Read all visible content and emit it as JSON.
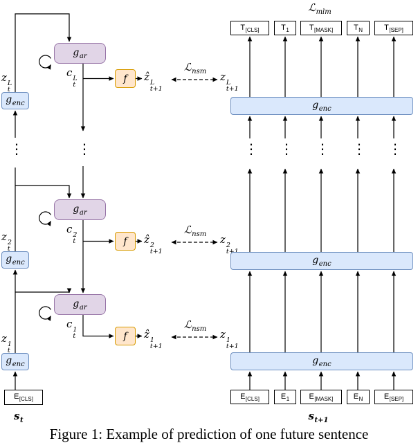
{
  "figure": {
    "caption": "Figure 1: Example of prediction of one future sentence"
  },
  "colors": {
    "encoder_fill": "#dae8fc",
    "encoder_border": "#6c8ebf",
    "autoregressive_fill": "#e1d5e7",
    "autoregressive_border": "#9673a6",
    "predictor_fill": "#ffe6cc",
    "predictor_border": "#d79b00",
    "token_fill": "#ffffff",
    "token_border": "#000000",
    "arrow_color": "#000000"
  },
  "symbols": {
    "z": "z",
    "z_hat": "ẑ",
    "c": "c",
    "sub_t": "t",
    "sub_t_plus_1": "t+1",
    "vdots": "⋮"
  },
  "blocks": {
    "g_enc": {
      "base": "g",
      "sub": "enc"
    },
    "g_ar": {
      "base": "g",
      "sub": "ar"
    },
    "f": "f"
  },
  "losses": {
    "mlm": {
      "base": "ℒ",
      "sub": "mlm"
    },
    "nsm": {
      "base": "ℒ",
      "sub": "nsm"
    }
  },
  "levels": [
    {
      "sup": "L"
    },
    {
      "sup": "2"
    },
    {
      "sup": "1"
    }
  ],
  "left_input": {
    "embedding": {
      "base": "E",
      "sub": "[CLS]"
    },
    "sentence": {
      "base": "s",
      "sub": "t"
    }
  },
  "right_input": {
    "sentence": {
      "base": "s",
      "sub": "t+1"
    }
  },
  "mlm_outputs": [
    {
      "base": "T",
      "sub": "[CLS]"
    },
    {
      "base": "T",
      "sub": "1"
    },
    {
      "base": "T",
      "sub": "[MASK]"
    },
    {
      "base": "T",
      "sub": "N"
    },
    {
      "base": "T",
      "sub": "[SEP]"
    }
  ],
  "right_embeddings": [
    {
      "base": "E",
      "sub": "[CLS]"
    },
    {
      "base": "E",
      "sub": "1"
    },
    {
      "base": "E",
      "sub": "[MASK]"
    },
    {
      "base": "E",
      "sub": "N"
    },
    {
      "base": "E",
      "sub": "[SEP]"
    }
  ]
}
